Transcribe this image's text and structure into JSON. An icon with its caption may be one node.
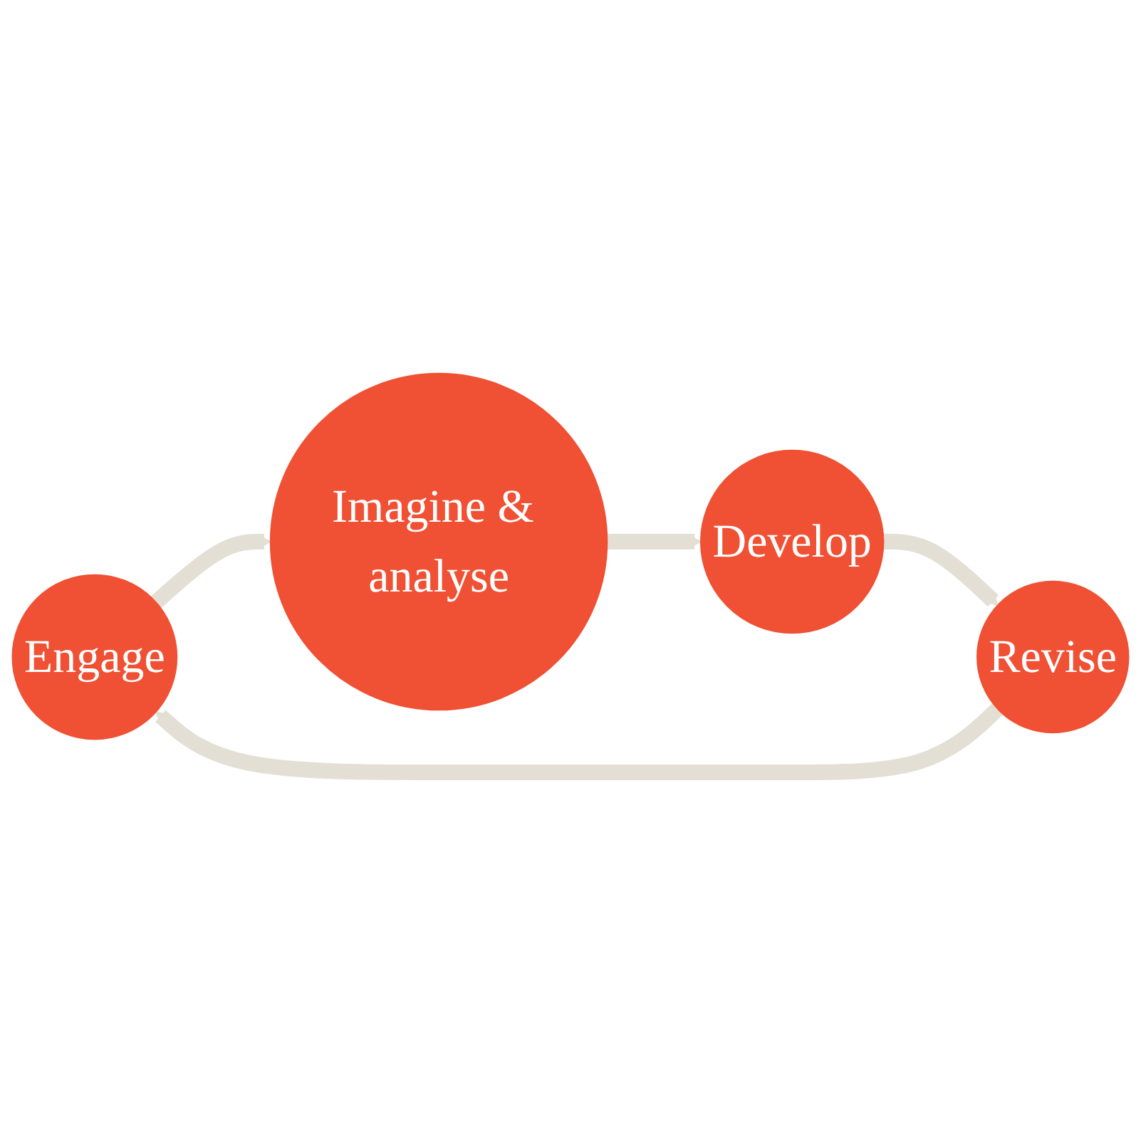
{
  "diagram": {
    "nodes": [
      {
        "text": [
          "Engage"
        ]
      },
      {
        "text": [
          "Imagine & analyse"
        ]
      },
      {
        "text": [
          "Develop"
        ]
      },
      {
        "text": [
          "Revise"
        ]
      }
    ],
    "edges": [
      {
        "from": 0,
        "to": 1,
        "arrow": "to"
      },
      {
        "from": 1,
        "to": 2,
        "arrow": "to"
      },
      {
        "from": 2,
        "to": 3,
        "arrow": "to"
      },
      {
        "from": 3,
        "to": 0,
        "arrow": "to"
      }
    ]
  }
}
